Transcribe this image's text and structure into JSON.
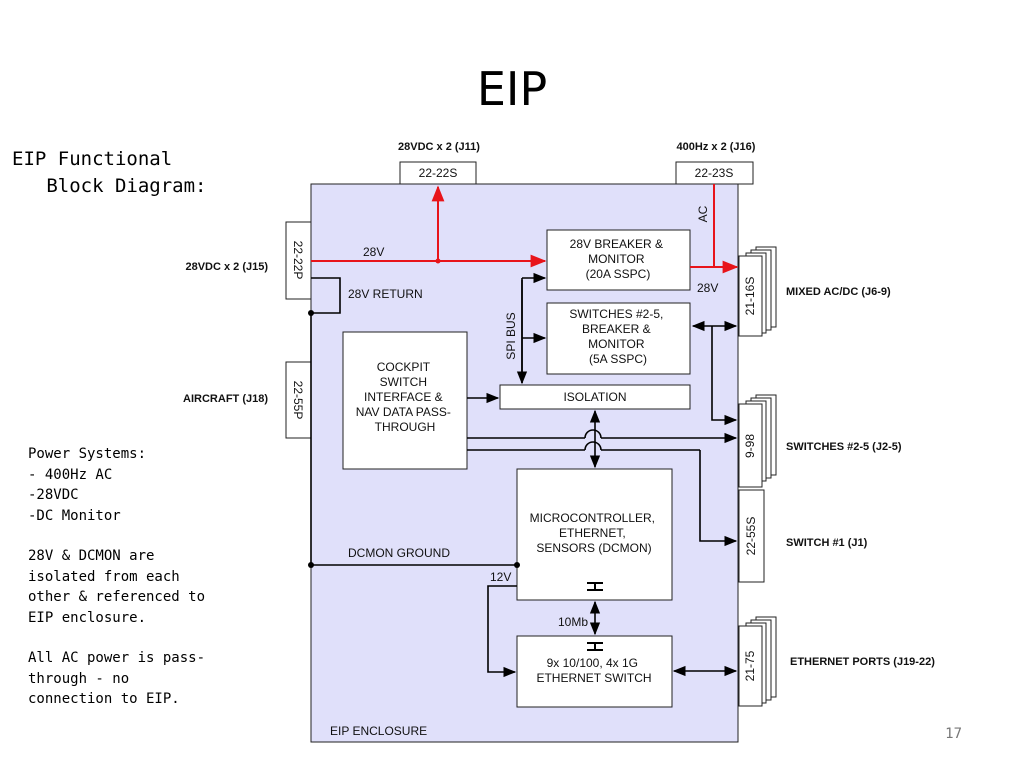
{
  "title": "EIP",
  "side_heading": "EIP Functional\n   Block Diagram:",
  "notes": [
    "Power Systems:\n- 400Hz AC\n-28VDC\n-DC Monitor",
    "28V & DCMON are\nisolated from each\nother & referenced to\nEIP enclosure.",
    "All AC power is pass-\nthrough - no\nconnection to EIP."
  ],
  "page_number": "17",
  "colors": {
    "enclosure_fill": "#e0e0fa",
    "power_line": "#e8141a",
    "signal_line": "#000000"
  },
  "diagram": {
    "top_connectors": {
      "j11": {
        "title": "28VDC x 2 (J11)",
        "part": "22-22S"
      },
      "j16": {
        "title": "400Hz x 2 (J16)",
        "part": "22-23S"
      }
    },
    "left_connectors": {
      "j15": {
        "label": "28VDC x 2 (J15)",
        "part": "22-22P"
      },
      "j18": {
        "label": "AIRCRAFT (J18)",
        "part": "22-55P"
      }
    },
    "right_connectors": {
      "j6_9": {
        "label": "MIXED AC/DC (J6-9)",
        "part": "21-16S"
      },
      "j2_5": {
        "label": "SWITCHES #2-5 (J2-5)",
        "part": "9-98"
      },
      "j1": {
        "label": "SWITCH #1 (J1)",
        "part": "22-55S"
      },
      "j19_22": {
        "label": "ETHERNET PORTS (J19-22)",
        "part": "21-75"
      }
    },
    "blocks": {
      "breaker_28v": [
        "28V BREAKER &",
        "MONITOR",
        "(20A SSPC)"
      ],
      "switches_breaker": [
        "SWITCHES #2-5,",
        "BREAKER &",
        "MONITOR",
        "(5A SSPC)"
      ],
      "cockpit": [
        "COCKPIT",
        "SWITCH",
        "INTERFACE &",
        "NAV DATA PASS-",
        "THROUGH"
      ],
      "isolation": [
        "ISOLATION"
      ],
      "microcontroller": [
        "MICROCONTROLLER,",
        "ETHERNET,",
        "SENSORS (DCMON)"
      ],
      "ethernet_switch": [
        "9x 10/100, 4x 1G",
        "ETHERNET SWITCH"
      ]
    },
    "wire_labels": {
      "v28": "28V",
      "v28_return": "28V RETURN",
      "ac": "AC",
      "v28_out": "28V",
      "spi_bus": "SPI BUS",
      "dcmon_ground": "DCMON GROUND",
      "v12": "12V",
      "mb10": "10Mb"
    },
    "enclosure_label": "EIP ENCLOSURE"
  }
}
